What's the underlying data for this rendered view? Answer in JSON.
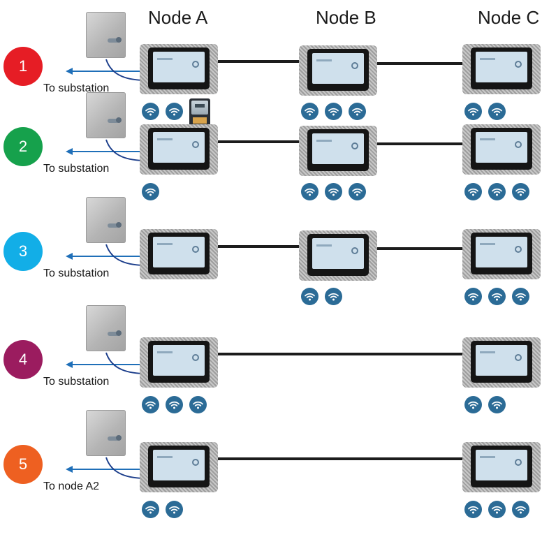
{
  "headers": {
    "node_a": "Node A",
    "node_b": "Node B",
    "node_c": "Node C"
  },
  "colors": {
    "wifi": "#2b6b96",
    "arrow": "#1f6fb8",
    "cable": "#1c1c1c"
  },
  "scenarios": [
    {
      "number": "1",
      "color": "#e61d25",
      "label": "To substation",
      "nodes": {
        "a": [
          "wifi",
          "wifi",
          "meter"
        ],
        "b": [
          "wifi",
          "wifi",
          "wifi"
        ],
        "c": [
          "wifi",
          "wifi"
        ]
      }
    },
    {
      "number": "2",
      "color": "#16a14c",
      "label": "To substation",
      "nodes": {
        "a": [
          "wifi"
        ],
        "b": [
          "wifi",
          "wifi",
          "wifi"
        ],
        "c": [
          "wifi",
          "wifi",
          "wifi"
        ]
      }
    },
    {
      "number": "3",
      "color": "#12aee7",
      "label": "To substation",
      "nodes": {
        "a": [],
        "b": [
          "wifi",
          "wifi"
        ],
        "c": [
          "wifi",
          "wifi",
          "wifi"
        ]
      }
    },
    {
      "number": "4",
      "color": "#9b1c5f",
      "label": "To substation",
      "nodes": {
        "a": [
          "wifi",
          "wifi",
          "wifi"
        ],
        "b": null,
        "c": [
          "wifi",
          "wifi"
        ]
      }
    },
    {
      "number": "5",
      "color": "#ee6021",
      "label": "To node A2",
      "nodes": {
        "a": [
          "wifi",
          "wifi"
        ],
        "b": null,
        "c": [
          "wifi",
          "wifi",
          "wifi"
        ]
      }
    }
  ]
}
